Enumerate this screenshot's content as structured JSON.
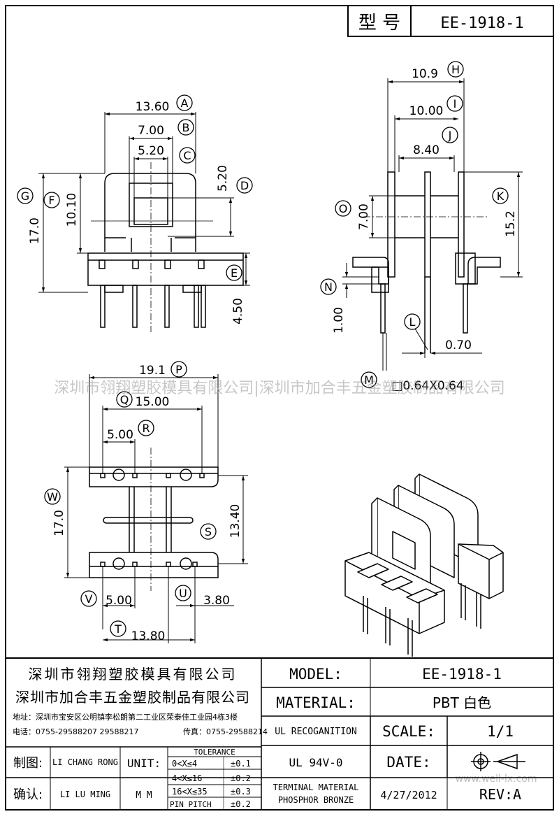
{
  "header": {
    "model_label": "型 号",
    "model_value": "EE-1918-1"
  },
  "dimensions": {
    "front": {
      "A": {
        "letter": "A",
        "value": "13.60"
      },
      "B": {
        "letter": "B",
        "value": "7.00"
      },
      "C": {
        "letter": "C",
        "value": "5.20"
      },
      "D": {
        "letter": "D",
        "value": "5.20"
      },
      "E": {
        "letter": "E",
        "value": "4.50"
      },
      "F": {
        "letter": "F",
        "value": "10.10"
      },
      "G": {
        "letter": "G",
        "value": "17.0"
      }
    },
    "side": {
      "H": {
        "letter": "H",
        "value": "10.9"
      },
      "I": {
        "letter": "I",
        "value": "10.00"
      },
      "J": {
        "letter": "J",
        "value": "8.40"
      },
      "K": {
        "letter": "K",
        "value": "15.2"
      },
      "L": {
        "letter": "L",
        "value": "0.70"
      },
      "M": {
        "letter": "M",
        "value": "□0.64X0.64"
      },
      "N": {
        "letter": "N",
        "value": "1.00"
      },
      "O": {
        "letter": "O",
        "value": "7.00"
      }
    },
    "bottom": {
      "P": {
        "letter": "P",
        "value": "19.1"
      },
      "Q": {
        "letter": "Q",
        "value": "15.00"
      },
      "R": {
        "letter": "R",
        "value": "5.00"
      },
      "S": {
        "letter": "S",
        "value": "13.40"
      },
      "T": {
        "letter": "T",
        "value": "13.80"
      },
      "U": {
        "letter": "U",
        "value": "3.80"
      },
      "V": {
        "letter": "V",
        "value": "5.00"
      },
      "W": {
        "letter": "W",
        "value": "17.0"
      }
    }
  },
  "watermark": {
    "text": "深圳市翎翔塑胶模具有限公司|深圳市加合丰五金塑胶制品有限公司",
    "site": "www.well-lx.com"
  },
  "title_block": {
    "company1": "深圳市翎翔塑胶模具有限公司",
    "company2": "深圳市加合丰五金塑胶制品有限公司",
    "address": "地址：深圳市宝安区公明镇李松朗第二工业区荣泰佳工业园4栋3楼",
    "phone": "电话：0755-29588207  29588217",
    "fax": "传真：0755-29588214",
    "model_label": "MODEL:",
    "model_value": "EE-1918-1",
    "material_label": "MATERIAL:",
    "material_value": "PBT 白色",
    "ul_label": "UL RECOGANITION",
    "ul_value": "UL 94V-0",
    "terminal_line1": "TERMINAL MATERIAL",
    "terminal_line2": "PHOSPHOR  BRONZE",
    "scale_label": "SCALE:",
    "scale_value": "1/1",
    "date_label": "DATE:",
    "date_value": "4/27/2012",
    "rev_label": "REV:A",
    "drawn_label": "制图:",
    "drawn_value": "LI CHANG RONG",
    "checked_label": "确认:",
    "checked_value": "LI LU MING",
    "unit_label": "UNIT:",
    "unit_value": "M M",
    "tolerance_title": "TOLERANCE",
    "tolerance": [
      {
        "range": "0<X≤4",
        "value": "±0.1"
      },
      {
        "range": "4<X≤16",
        "value": "±0.2"
      },
      {
        "range": "16<X≤35",
        "value": "±0.3"
      },
      {
        "range": "PIN PITCH",
        "value": "±0.2"
      }
    ]
  }
}
